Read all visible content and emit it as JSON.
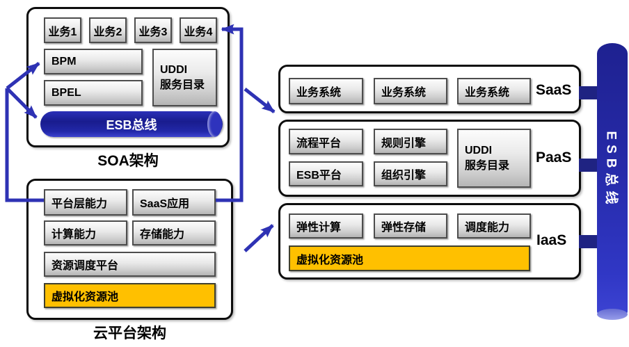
{
  "soa": {
    "title": "SOA架构",
    "services": [
      "业务1",
      "业务2",
      "业务3",
      "业务4"
    ],
    "bpm": "BPM",
    "bpel": "BPEL",
    "uddi_line1": "UDDI",
    "uddi_line2": "服务目录",
    "esb_label": "ESB总线"
  },
  "cloud": {
    "title": "云平台架构",
    "row1": [
      "平台层能力",
      "SaaS应用"
    ],
    "row2": [
      "计算能力",
      "存储能力"
    ],
    "scheduler": "资源调度平台",
    "pool": "虚拟化资源池"
  },
  "saas": {
    "label": "SaaS",
    "boxes": [
      "业务系统",
      "业务系统",
      "业务系统"
    ]
  },
  "paas": {
    "label": "PaaS",
    "boxes": [
      "流程平台",
      "规则引擎",
      "ESB平台",
      "组织引擎"
    ],
    "uddi_line1": "UDDI",
    "uddi_line2": "服务目录"
  },
  "iaas": {
    "label": "IaaS",
    "boxes": [
      "弹性计算",
      "弹性存储",
      "调度能力"
    ],
    "pool": "虚拟化资源池"
  },
  "bus": {
    "label": "ESB总线"
  },
  "colors": {
    "arrow_blue": "#2E32B4",
    "cylinder_blue": "#2228a8",
    "stub_navy": "#1f2382",
    "pool_orange": "#FFC000"
  }
}
